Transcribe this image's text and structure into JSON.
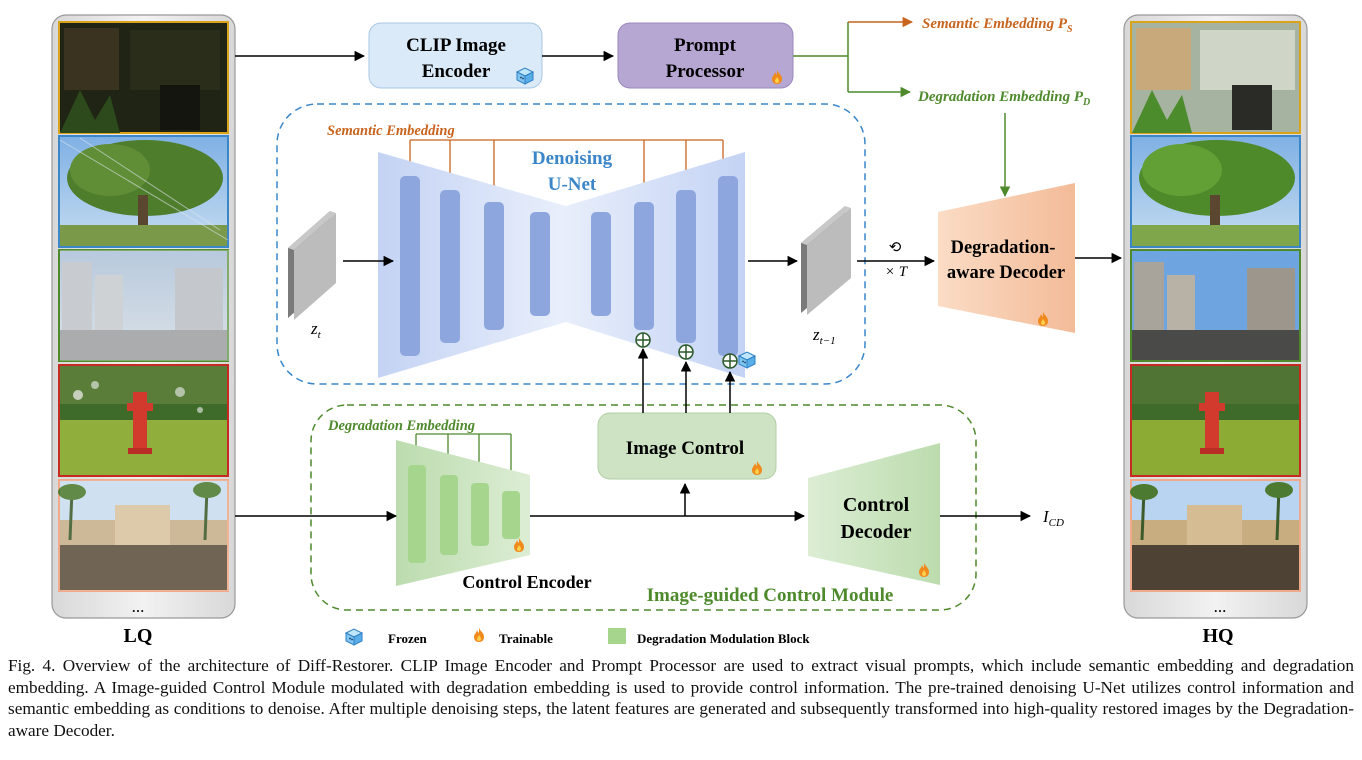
{
  "inputs_label": "LQ",
  "outputs_label": "HQ",
  "ellipsis": "...",
  "clip_encoder": {
    "line1": "CLIP Image",
    "line2": "Encoder"
  },
  "prompt_processor": {
    "line1": "Prompt",
    "line2": "Processor"
  },
  "semantic_embedding_out": {
    "text": "Semantic Embedding P",
    "sub": "S"
  },
  "degradation_embedding_out": {
    "text": "Degradation Embedding P",
    "sub": "D"
  },
  "unet": {
    "line1": "Denoising",
    "line2": "U-Net",
    "embed_label": "Semantic Embedding"
  },
  "latent_in": {
    "text": "z",
    "sub": "t"
  },
  "latent_out": {
    "text": "z",
    "sub": "t−1"
  },
  "loop": {
    "symbol": "⟲",
    "label": "× T"
  },
  "degradation_decoder": {
    "line1": "Degradation-",
    "line2": "aware Decoder"
  },
  "image_control": "Image Control",
  "control_encoder": {
    "label": "Control Encoder",
    "embed_label": "Degradation Embedding"
  },
  "control_decoder": {
    "line1": "Control",
    "line2": "Decoder"
  },
  "control_module_label": "Image-guided Control Module",
  "control_output": {
    "text": "I",
    "sub": "CD"
  },
  "legend": {
    "frozen": "Frozen",
    "trainable": "Trainable",
    "block": "Degradation Modulation Block"
  },
  "caption": "Fig. 4. Overview of the architecture of Diff-Restorer. CLIP Image Encoder and Prompt Processor are used to extract visual prompts, which include semantic embedding and degradation embedding. A Image-guided Control Module modulated with degradation embedding is used to provide control information. The pre-trained denoising U-Net utilizes control information and semantic embedding as conditions to denoise. After multiple denoising steps, the latent features are generated and subsequently transformed into high-quality restored images by the Degradation-aware Decoder.",
  "colors": {
    "orange_text": "#c8641e",
    "green_text": "#4e8a2c",
    "blue_text": "#3a86c8",
    "clip_fill": "#dbeaf8",
    "prompt_fill": "#b6a6d2",
    "unet_fill": "#cfdaf5",
    "unet_block": "#8ea6de",
    "decoder_fill": "#f6c7a8",
    "control_fill": "#cde3c4",
    "control_block": "#a6d68e"
  }
}
